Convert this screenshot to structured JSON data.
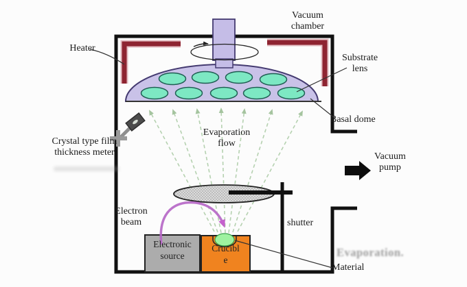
{
  "labels": {
    "heater": "Heater",
    "vacuum_chamber": [
      "Vacuum",
      "chamber"
    ],
    "substrate_lens": [
      "Substrate",
      "lens"
    ],
    "basal_dome": "Basal dome",
    "crystal_meter": [
      "Crystal type film",
      "thickness meter"
    ],
    "evaporation_flow": [
      "Evaporation",
      "flow"
    ],
    "electron_beam": [
      "Electron",
      "beam"
    ],
    "shutter": "shutter",
    "vacuum_pump": [
      "Vacuum",
      "pump"
    ],
    "material": "Material",
    "watermark": "Evaporation.",
    "electronic_source": [
      "Electronic",
      "source"
    ],
    "crucible": [
      "Crucibl",
      "e"
    ]
  },
  "colors": {
    "wall": "#111111",
    "heater": "#8e2431",
    "heater_glow": "#d08b93",
    "dome": "#c9c2e8",
    "lens": "#7de8c3",
    "shaft": "#c5bde7",
    "crucible": "#f0831f",
    "source_box": "#acacac",
    "material": "#9ef2a0",
    "electron_beam": "#b666c6",
    "flow_arrow": "#aecda8",
    "shutter_fill": "#dbdbdb",
    "pump_arrow": "#0d0d0d"
  },
  "icons": {
    "vacuum_pump_arrow": "thick right arrow",
    "rotation_indicator": "ellipse with arrow around shaft",
    "crystal_sensor": "angled sensor head on strut"
  }
}
